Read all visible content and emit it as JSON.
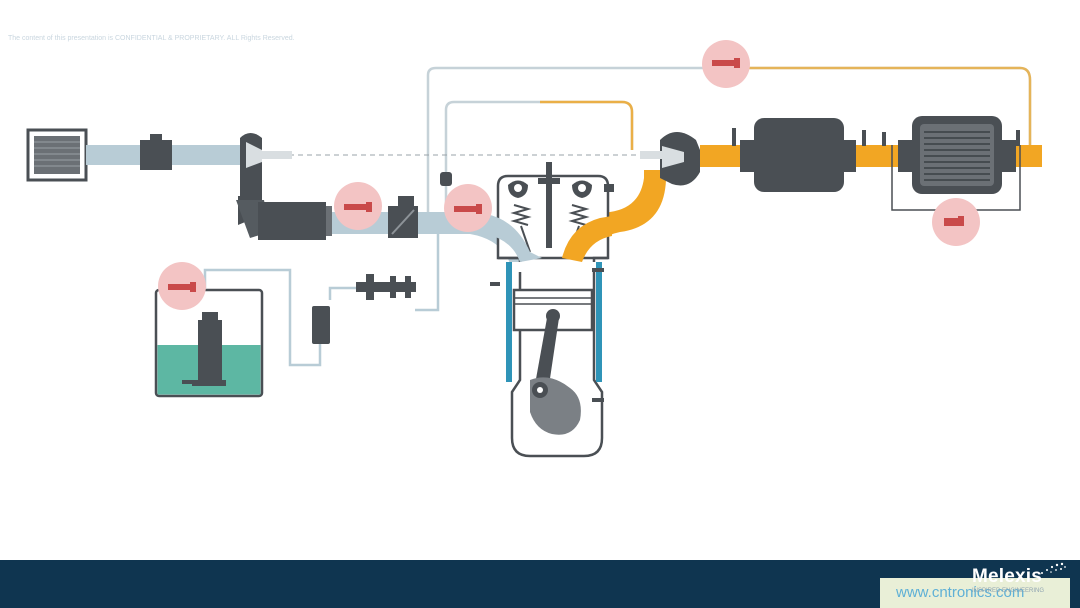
{
  "footer": {
    "title": "Examples: air intake and exhaust plus fuel delivery management",
    "note": "The content of this presentation is CONFIDENTIAL & PROPRIETARY. ALL Rights Reserved."
  },
  "brand": {
    "logo": "Melexis",
    "tagline": "INSPIRED ENGINEERING",
    "watermark": "www.cntronics.com"
  },
  "colors": {
    "intake_pipe": "#b8ccd6",
    "exhaust_pipe": "#f2a623",
    "component_dark": "#4a4f54",
    "coolant": "#5db7a3",
    "sensor_highlight": "#f3c4c4",
    "sensor_body": "#c94a4a",
    "footer_bg": "#0f3550"
  },
  "icons": {
    "sensor": "pressure-sensor-icon",
    "engine": "engine-cylinder-icon",
    "turbo": "turbocharger-icon"
  }
}
